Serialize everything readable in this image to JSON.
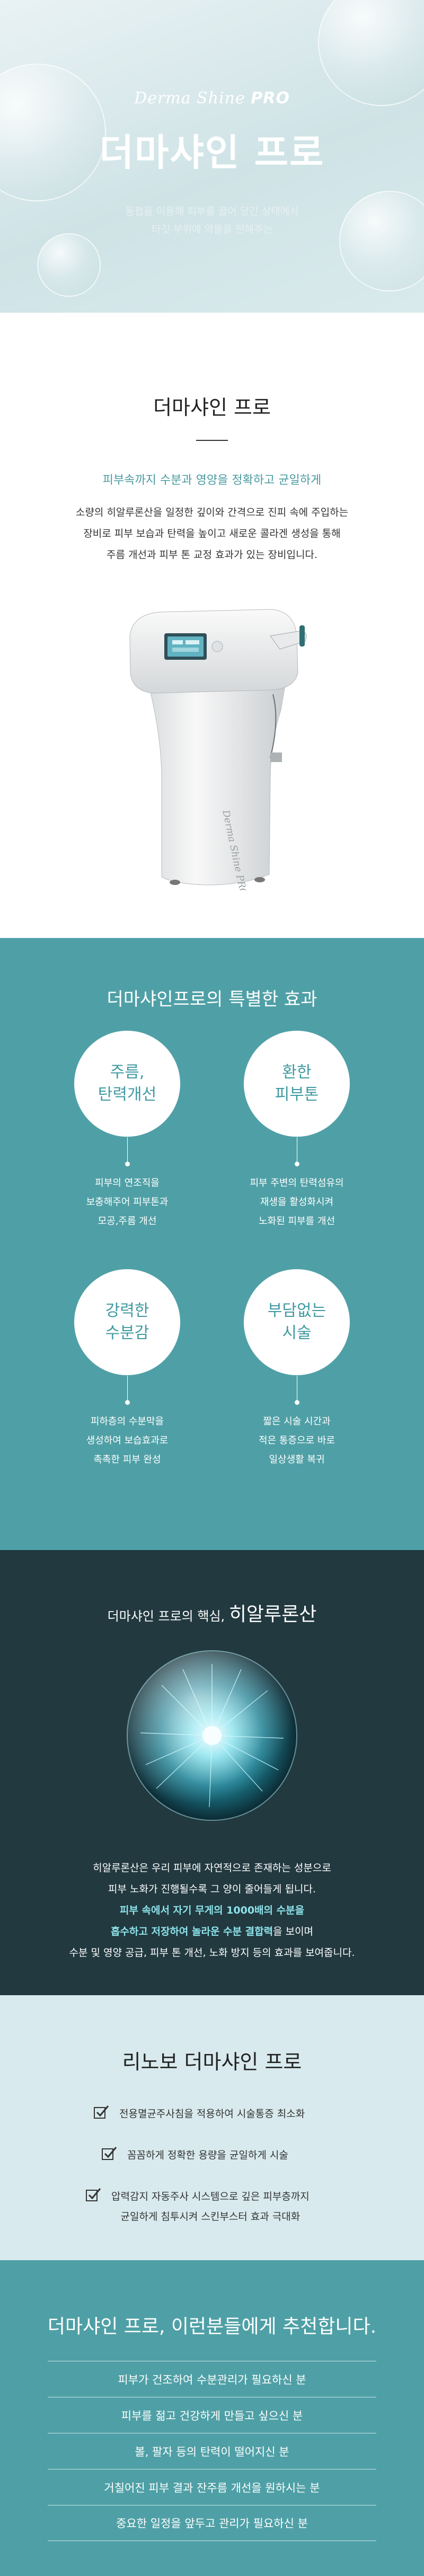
{
  "hero": {
    "logo_text": "Derma Shine",
    "logo_suffix": "PRO",
    "title": "더마샤인 프로",
    "desc_line1": "둥펍을 이용해 피부를 끌어 당긴 상태에서",
    "desc_line2": "타깃 부위에 약물을 전해주는"
  },
  "intro": {
    "title": "더마샤인 프로",
    "subtitle": "피부속까지 수분과 영양을 정확하고 균일하게",
    "body_line1": "소량의 히알루론산을 일정한 깊이와 간격으로 진피 속에 주입하는",
    "body_line2": "장비로 피부 보습과 탄력을 높이고 새로운 콜라겐 생성을 통해",
    "body_line3": "주름 개선과 피부 톤 교정 효과가 있는 장비입니다.",
    "device_label": "Derma Shine PRO"
  },
  "effects": {
    "title": "더마샤인프로의 특별한 효과",
    "items": [
      {
        "name_line1": "주름,",
        "name_line2": "탄력개선",
        "desc": [
          "피부의 연조직을",
          "보충해주어 피부톤과",
          "모공,주름 개선"
        ]
      },
      {
        "name_line1": "환한",
        "name_line2": "피부톤",
        "desc": [
          "피부 주변의 탄력섬유의",
          "재생을 활성화시켜",
          "노화된 피부를 개선"
        ]
      },
      {
        "name_line1": "강력한",
        "name_line2": "수분감",
        "desc": [
          "피하층의 수분막을",
          "생성하여 보습효과로",
          "촉촉한 피부 완성"
        ]
      },
      {
        "name_line1": "부담없는",
        "name_line2": "시술",
        "desc": [
          "짧은 시술 시간과",
          "적은 통증으로 바로",
          "일상생활 복귀"
        ]
      }
    ]
  },
  "hyal": {
    "title_prefix": "더마샤인 프로의 핵심,",
    "title_main": "히알루론산",
    "line1": "히알루론산은 우리 피부에 자연적으로 존재하는 성분으로",
    "line2": "피부 노화가 진행될수록 그 양이 줄어들게 됩니다.",
    "line3": "피부 속에서 자기 무게의 1000배의 수분을",
    "line4_hl": "흡수하고 저장하여 놀라운 수분 결합력",
    "line4_rest": "을 보이며",
    "line5": "수분 및 영양 공급, 피부 톤 개선, 노화 방지 등의 효과를 보여줍니다."
  },
  "linovo": {
    "title": "리노보 더마샤인 프로",
    "items": [
      {
        "line1": "전용멸균주사침을 적용하여 시술통증 최소화"
      },
      {
        "line1": "꼼꼼하게 정확한 용량을 균일하게 시술"
      },
      {
        "line1": "압력감지 자동주사 시스템으로 깊은 피부층까지",
        "line2": "균일하게 침투시켜 스킨부스터 효과 극대화"
      }
    ]
  },
  "recommend": {
    "title": "더마샤인 프로, 이런분들에게 추천합니다.",
    "items": [
      "피부가 건조하여 수분관리가 필요하신 분",
      "피부를 젊고 건강하게 만들고 싶으신 분",
      "볼, 팔자 등의 탄력이 떨어지신 분",
      "거칠어진 피부 결과 잔주름 개선을 원하시는 분",
      "중요한 일정을 앞두고 관리가 필요하신 분"
    ]
  },
  "colors": {
    "teal": "#4fa0a6",
    "dark": "#223940",
    "light_teal_bg": "#d8eaed",
    "accent_text": "#4a9aa0",
    "highlight": "#8ee3ea"
  }
}
